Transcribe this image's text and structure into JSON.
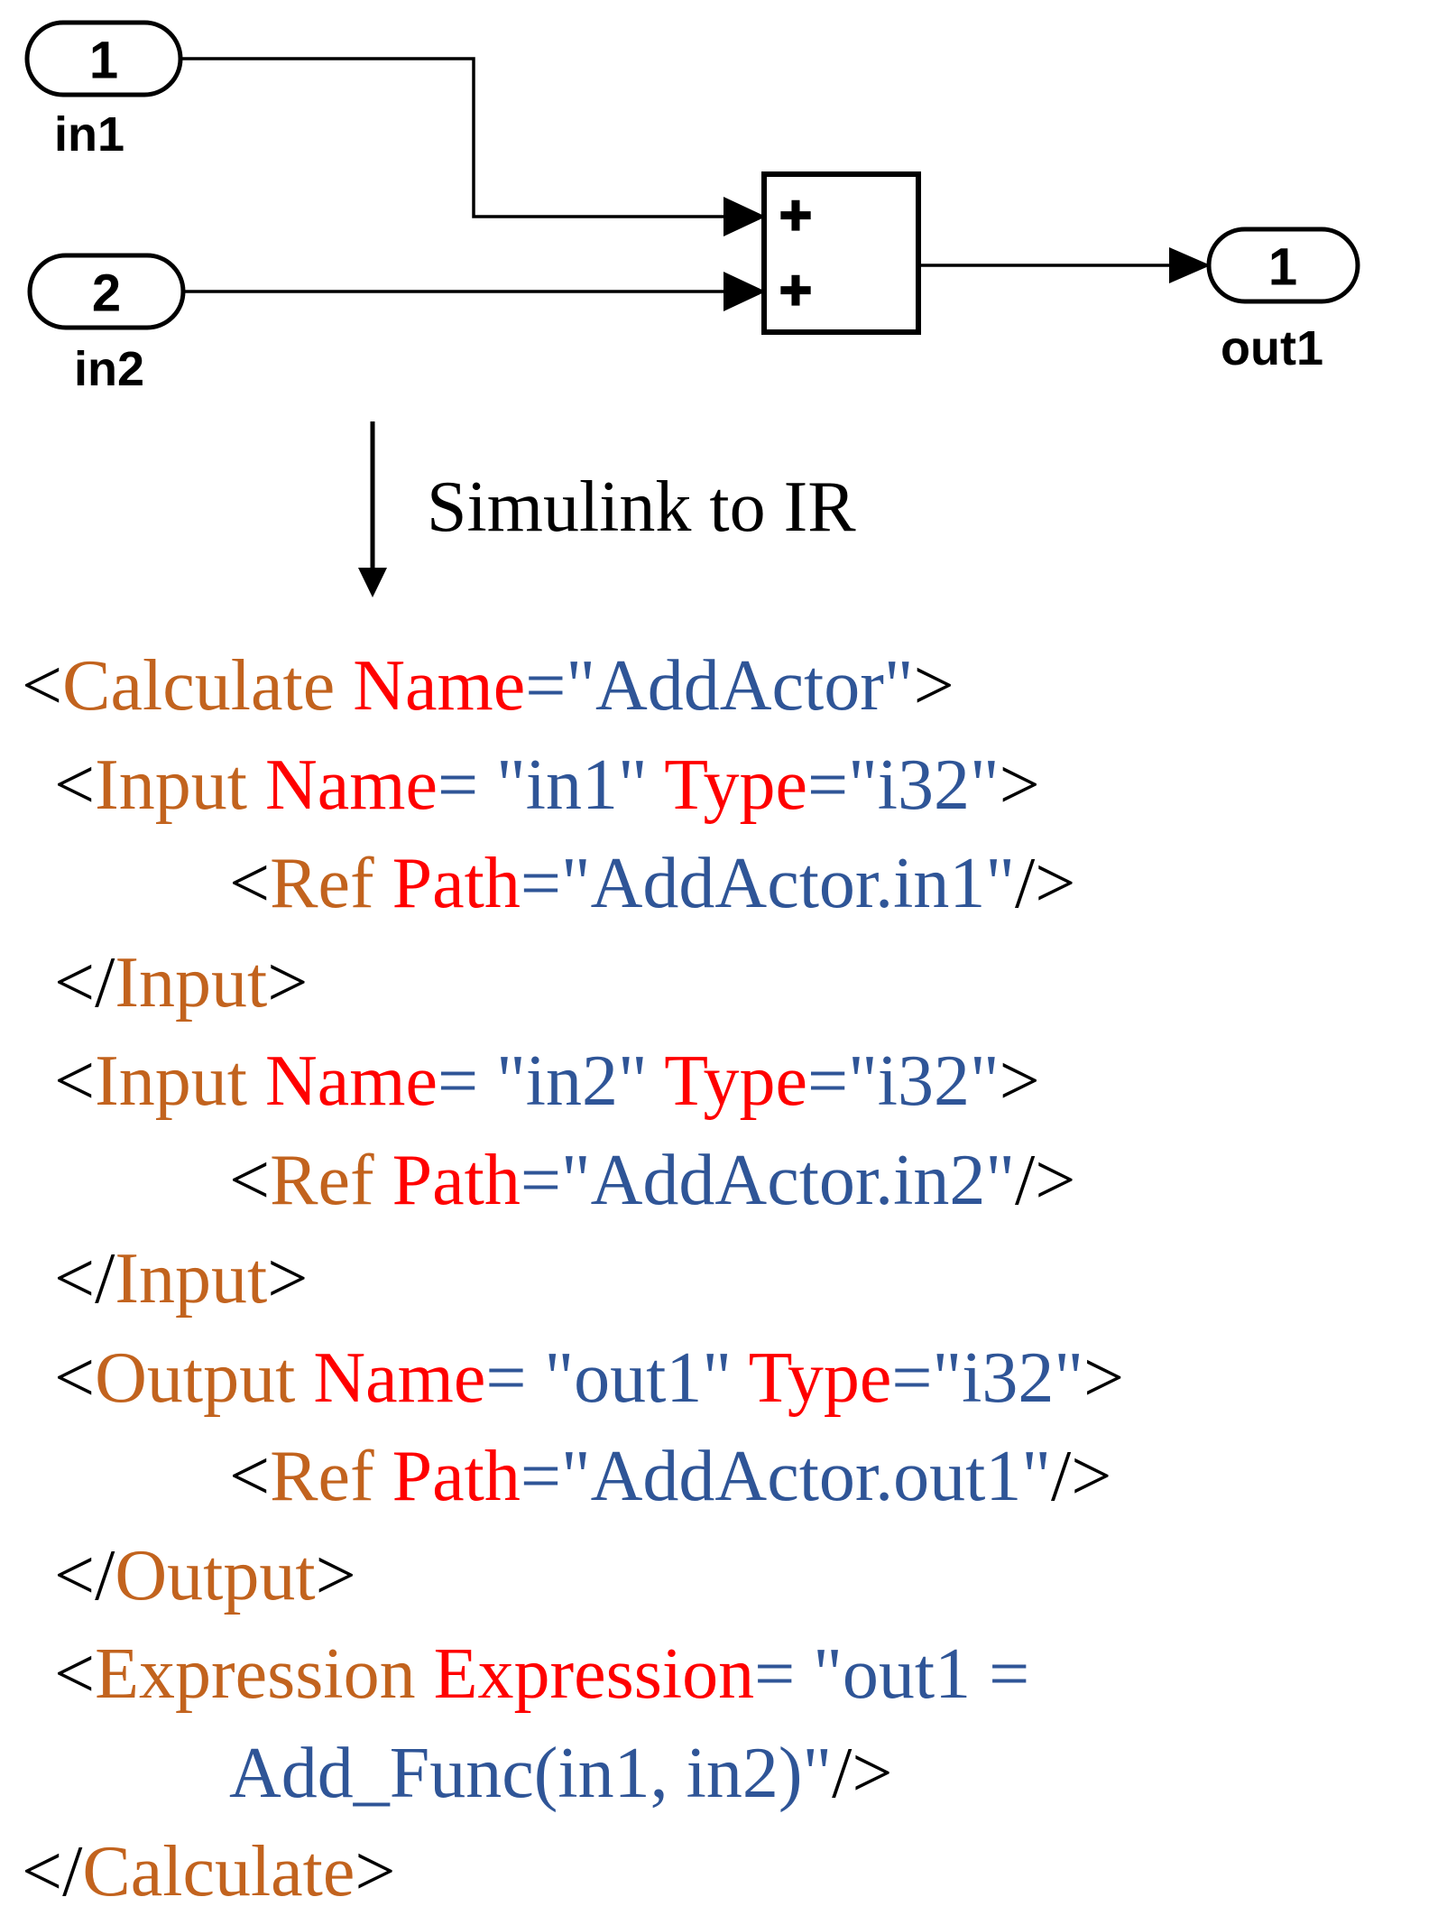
{
  "colors": {
    "tag": "#C2631E",
    "attr": "#FF0000",
    "value": "#2F5597",
    "bracket": "#000000",
    "diagram_ink": "#000000"
  },
  "diagram": {
    "ports": [
      {
        "id": "in1",
        "number": "1",
        "label": "in1"
      },
      {
        "id": "in2",
        "number": "2",
        "label": "in2"
      },
      {
        "id": "out1",
        "number": "1",
        "label": "out1"
      }
    ],
    "adder": {
      "op_top": "+",
      "op_bottom": "+"
    },
    "transform_label": "Simulink to IR"
  },
  "code": {
    "lines": [
      {
        "indent": 0,
        "segments": [
          {
            "c": "bracket",
            "t": "<"
          },
          {
            "c": "tag",
            "t": "Calculate"
          },
          {
            "c": "attr",
            "t": " Name"
          },
          {
            "c": "value",
            "t": "=\"AddActor\""
          },
          {
            "c": "bracket",
            "t": ">"
          }
        ]
      },
      {
        "indent": 1,
        "segments": [
          {
            "c": "bracket",
            "t": "<"
          },
          {
            "c": "tag",
            "t": "Input"
          },
          {
            "c": "attr",
            "t": " Name"
          },
          {
            "c": "value",
            "t": "= \"in1\""
          },
          {
            "c": "attr",
            "t": " Type"
          },
          {
            "c": "value",
            "t": "=\"i32\""
          },
          {
            "c": "bracket",
            "t": ">"
          }
        ]
      },
      {
        "indent": 2,
        "segments": [
          {
            "c": "bracket",
            "t": "<"
          },
          {
            "c": "tag",
            "t": "Ref"
          },
          {
            "c": "attr",
            "t": " Path"
          },
          {
            "c": "value",
            "t": "=\"AddActor.in1\""
          },
          {
            "c": "bracket",
            "t": "/>"
          }
        ]
      },
      {
        "indent": 1,
        "segments": [
          {
            "c": "bracket",
            "t": "</"
          },
          {
            "c": "tag",
            "t": "Input"
          },
          {
            "c": "bracket",
            "t": ">"
          }
        ]
      },
      {
        "indent": 1,
        "segments": [
          {
            "c": "bracket",
            "t": "<"
          },
          {
            "c": "tag",
            "t": "Input"
          },
          {
            "c": "attr",
            "t": " Name"
          },
          {
            "c": "value",
            "t": "= \"in2\""
          },
          {
            "c": "attr",
            "t": " Type"
          },
          {
            "c": "value",
            "t": "=\"i32\""
          },
          {
            "c": "bracket",
            "t": ">"
          }
        ]
      },
      {
        "indent": 2,
        "segments": [
          {
            "c": "bracket",
            "t": "<"
          },
          {
            "c": "tag",
            "t": "Ref"
          },
          {
            "c": "attr",
            "t": " Path"
          },
          {
            "c": "value",
            "t": "=\"AddActor.in2\""
          },
          {
            "c": "bracket",
            "t": "/>"
          }
        ]
      },
      {
        "indent": 1,
        "segments": [
          {
            "c": "bracket",
            "t": "</"
          },
          {
            "c": "tag",
            "t": "Input"
          },
          {
            "c": "bracket",
            "t": ">"
          }
        ]
      },
      {
        "indent": 1,
        "segments": [
          {
            "c": "bracket",
            "t": "<"
          },
          {
            "c": "tag",
            "t": "Output"
          },
          {
            "c": "attr",
            "t": " Name"
          },
          {
            "c": "value",
            "t": "= \"out1\""
          },
          {
            "c": "attr",
            "t": " Type"
          },
          {
            "c": "value",
            "t": "=\"i32\""
          },
          {
            "c": "bracket",
            "t": ">"
          }
        ]
      },
      {
        "indent": 2,
        "segments": [
          {
            "c": "bracket",
            "t": "<"
          },
          {
            "c": "tag",
            "t": "Ref"
          },
          {
            "c": "attr",
            "t": " Path"
          },
          {
            "c": "value",
            "t": "=\"AddActor.out1\""
          },
          {
            "c": "bracket",
            "t": "/>"
          }
        ]
      },
      {
        "indent": 1,
        "segments": [
          {
            "c": "bracket",
            "t": "</"
          },
          {
            "c": "tag",
            "t": "Output"
          },
          {
            "c": "bracket",
            "t": ">"
          }
        ]
      },
      {
        "indent": 1,
        "segments": [
          {
            "c": "bracket",
            "t": "<"
          },
          {
            "c": "tag",
            "t": "Expression"
          },
          {
            "c": "attr",
            "t": " Expression"
          },
          {
            "c": "value",
            "t": "= \"out1 ="
          }
        ]
      },
      {
        "indent": 2,
        "segments": [
          {
            "c": "value",
            "t": "Add_Func(in1, in2)\""
          },
          {
            "c": "bracket",
            "t": "/>"
          }
        ]
      },
      {
        "indent": 0,
        "segments": [
          {
            "c": "bracket",
            "t": "</"
          },
          {
            "c": "tag",
            "t": "Calculate"
          },
          {
            "c": "bracket",
            "t": ">"
          }
        ]
      }
    ]
  }
}
